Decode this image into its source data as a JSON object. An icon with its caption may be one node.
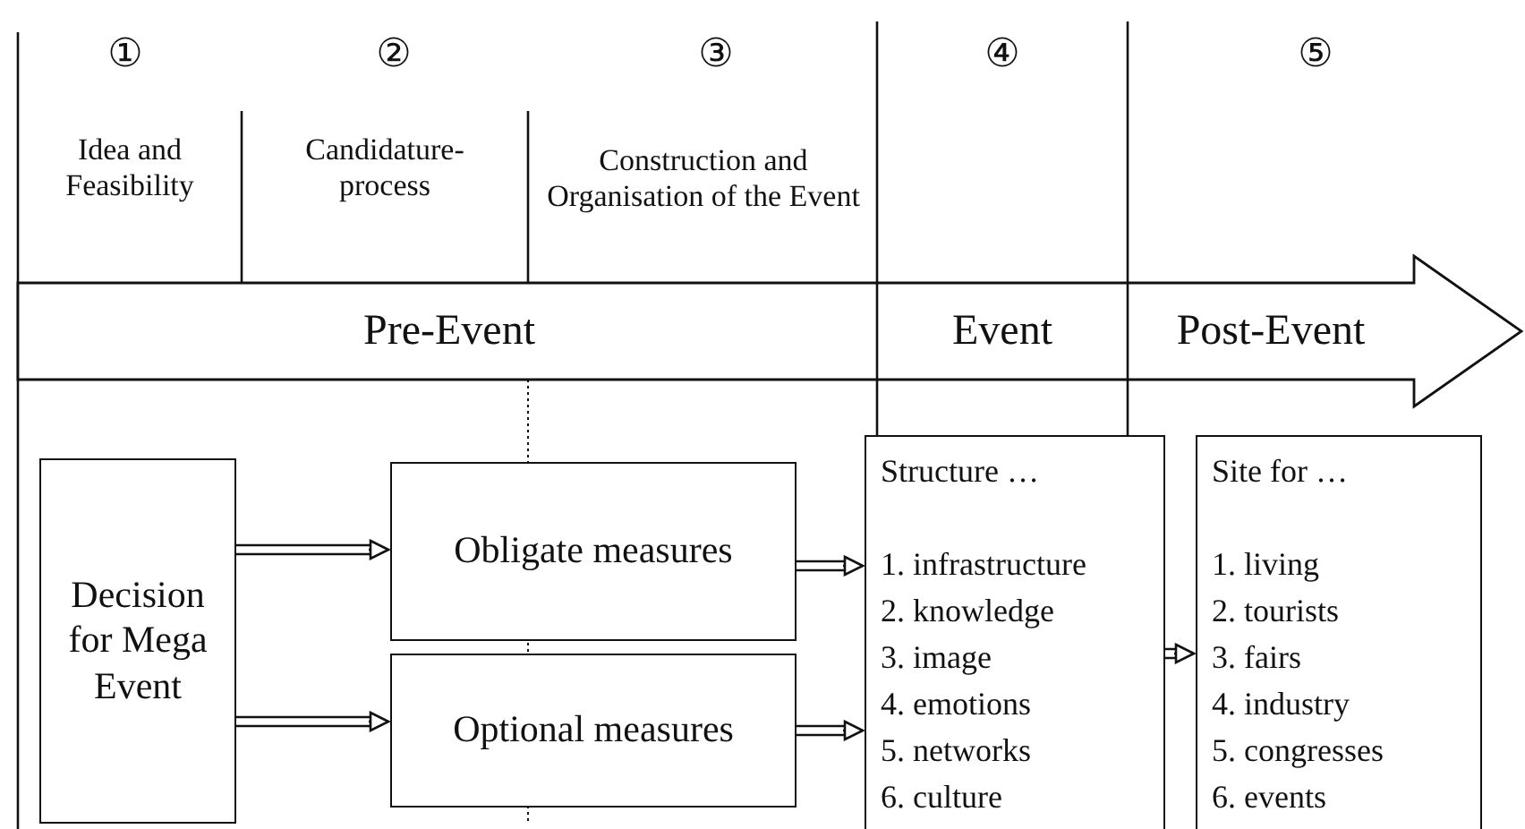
{
  "diagram": {
    "nodes": [
      {
        "text": [
          "Pre-Event"
        ]
      },
      {
        "text": [
          "Event"
        ]
      },
      {
        "text": [
          "Post-Event"
        ]
      },
      {
        "text": [
          "Decision for Mega Event"
        ]
      },
      {
        "text": [
          "Obligate measures"
        ]
      },
      {
        "text": [
          "Optional measures"
        ]
      },
      {
        "text": [
          "Structure …",
          "1. infrastructure",
          "2. knowledge",
          "3. image",
          "4. emotions",
          "5. networks",
          "6. culture"
        ]
      },
      {
        "text": [
          "Site for …",
          "1. living",
          "2. tourists",
          "3. fairs",
          "4. industry",
          "5. congresses",
          "6. events"
        ]
      }
    ],
    "edges": [
      {
        "from": 3,
        "to": 4,
        "arrow": "to"
      },
      {
        "from": 3,
        "to": 5,
        "arrow": "to"
      },
      {
        "from": 4,
        "to": 6,
        "arrow": "to"
      },
      {
        "from": 5,
        "to": 6,
        "arrow": "to"
      },
      {
        "from": 6,
        "to": 7,
        "arrow": "to"
      }
    ],
    "labels": [
      "①",
      "②",
      "③",
      "④",
      "⑤",
      "Idea and Feasibility",
      "Candidature-process",
      "Construction and Organisation of the Event"
    ]
  }
}
